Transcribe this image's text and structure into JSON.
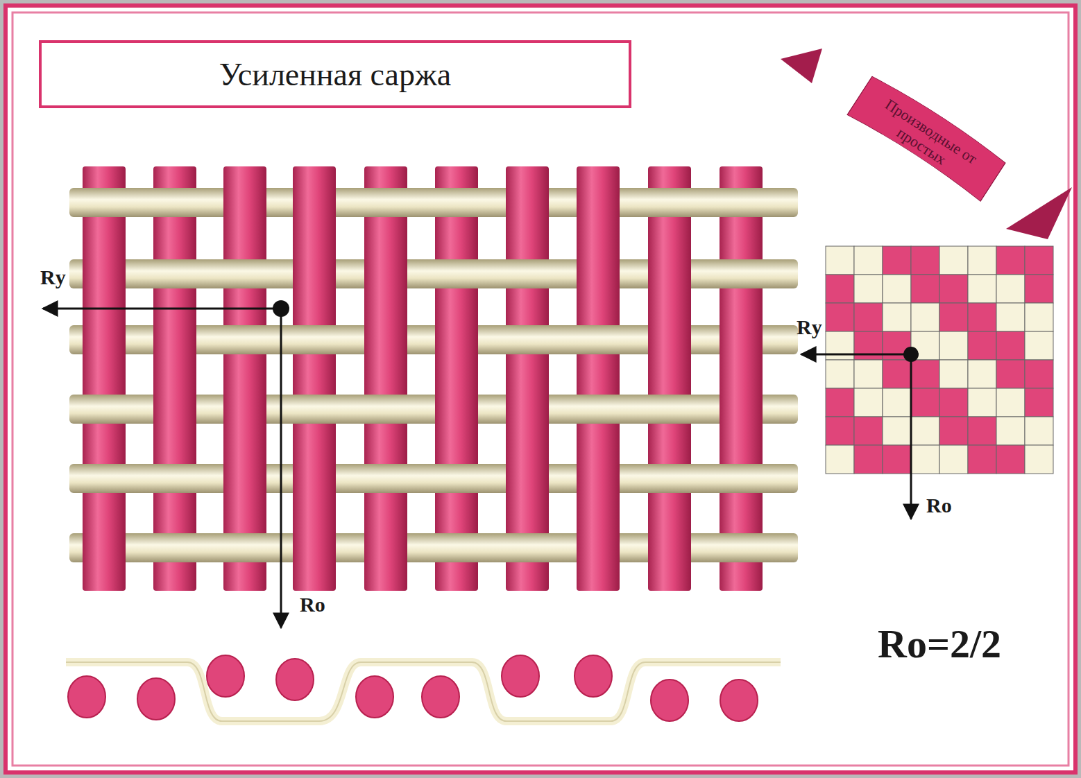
{
  "diagram": {
    "title": "Усиленная саржа",
    "nodes": [
      {
        "text": [
          "Производные от простых"
        ]
      }
    ],
    "labels": [
      "Rу",
      "Rо",
      "Rу",
      "Rо",
      "Rо=2/2"
    ]
  }
}
